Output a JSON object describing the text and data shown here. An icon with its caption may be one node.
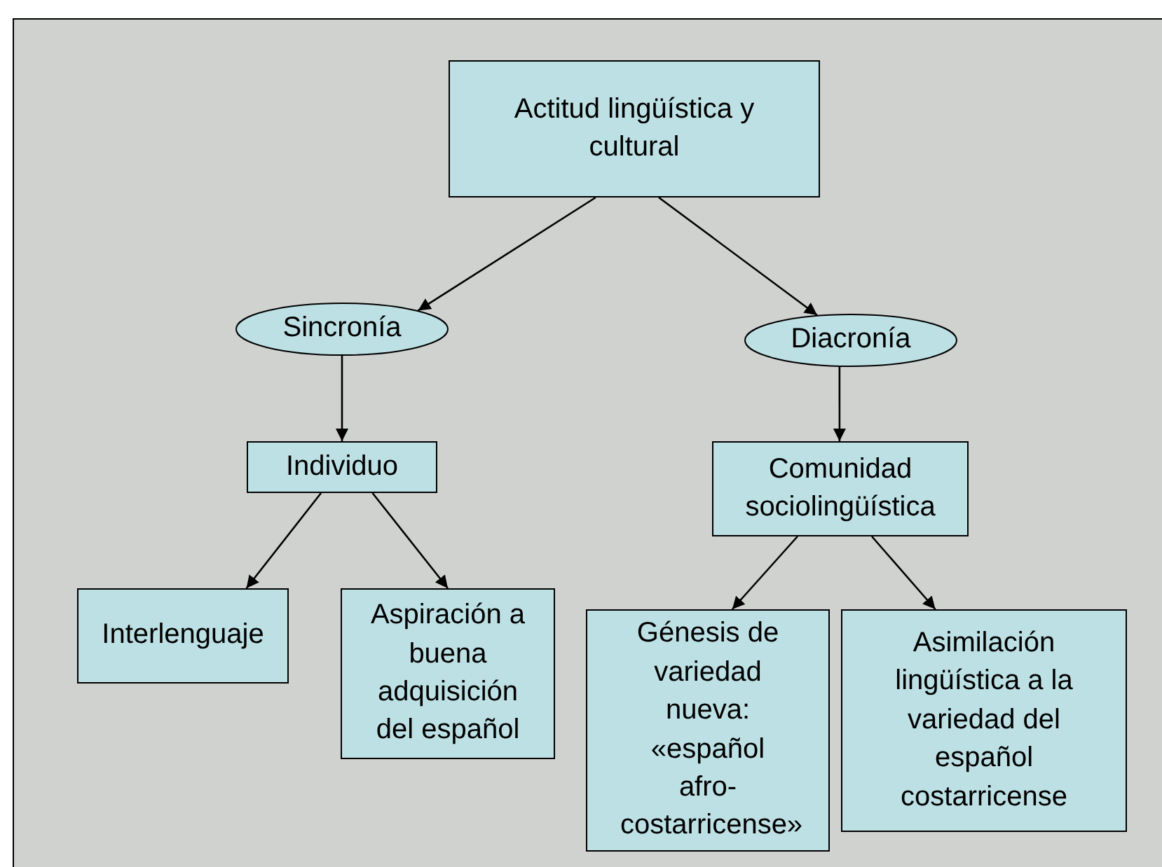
{
  "diagram": {
    "nodes": [
      {
        "text": [
          "Actitud lingüística y cultural"
        ]
      },
      {
        "text": [
          "Sincronía"
        ]
      },
      {
        "text": [
          "Diacronía"
        ]
      },
      {
        "text": [
          "Individuo"
        ]
      },
      {
        "text": [
          "Comunidad sociolingüística"
        ]
      },
      {
        "text": [
          "Interlenguaje"
        ]
      },
      {
        "text": [
          "Aspiración a buena adquisición del español"
        ]
      },
      {
        "text": [
          "Génesis de variedad nueva: «español afro-costarricense»"
        ]
      },
      {
        "text": [
          "Asimilación lingüística a la variedad del español costarricense"
        ]
      }
    ],
    "edges": [
      {
        "from": 0,
        "to": 1,
        "arrow": "to"
      },
      {
        "from": 0,
        "to": 2,
        "arrow": "to"
      },
      {
        "from": 1,
        "to": 3,
        "arrow": "to"
      },
      {
        "from": 2,
        "to": 4,
        "arrow": "to"
      },
      {
        "from": 3,
        "to": 5,
        "arrow": "to"
      },
      {
        "from": 3,
        "to": 6,
        "arrow": "to"
      },
      {
        "from": 4,
        "to": 7,
        "arrow": "to"
      },
      {
        "from": 4,
        "to": 8,
        "arrow": "to"
      }
    ]
  }
}
